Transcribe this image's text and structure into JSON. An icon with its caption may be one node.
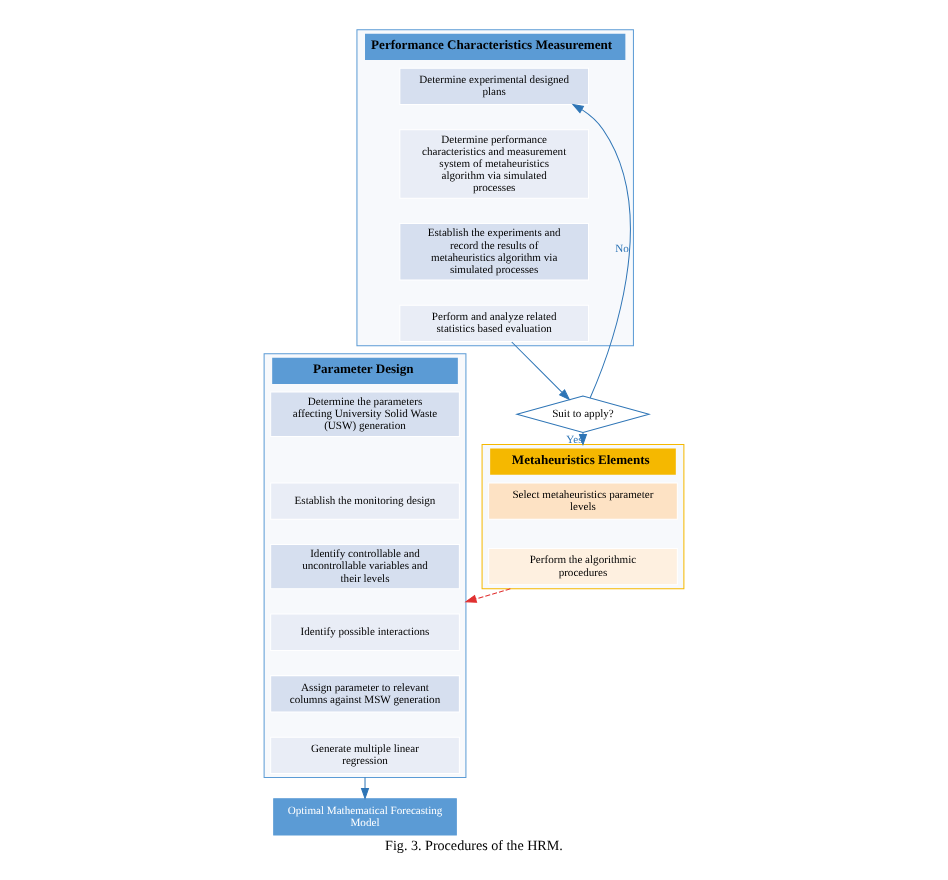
{
  "diagram": {
    "caption": "Fig. 3. Procedures of the HRM.",
    "nodes": [
      {
        "text": [
          "Parameter Design"
        ]
      },
      {
        "text": [
          "Determine the parameters affecting University Solid Waste (USW) generation"
        ],
        "in": 0
      },
      {
        "text": [
          "Establish the monitoring design"
        ],
        "in": 0
      },
      {
        "text": [
          "Identify controllable and uncontrollable variables and their levels"
        ],
        "in": 0
      },
      {
        "text": [
          "Identify possible interactions"
        ],
        "in": 0
      },
      {
        "text": [
          "Assign parameter to relevant columns against MSW generation"
        ],
        "in": 0
      },
      {
        "text": [
          "Generate multiple linear regression"
        ],
        "in": 0
      },
      {
        "text": [
          "Performance Characteristics Measurement"
        ]
      },
      {
        "text": [
          "Determine experimental designed plans"
        ],
        "in": 7
      },
      {
        "text": [
          "Determine performance characteristics and measurement system of metaheuristics algorithm via simulated processes"
        ],
        "in": 7
      },
      {
        "text": [
          "Establish the experiments and record the results of metaheuristics algorithm via simulated processes"
        ],
        "in": 7
      },
      {
        "text": [
          "Perform and analyze related statistics based evaluation"
        ],
        "in": 7
      },
      {
        "text": [
          "Suit to apply?"
        ]
      },
      {
        "text": [
          "Metaheuristics Elements"
        ]
      },
      {
        "text": [
          "Select metaheuristics parameter levels"
        ],
        "in": 13
      },
      {
        "text": [
          "Perform the algorithmic procedures"
        ],
        "in": 13
      },
      {
        "text": [
          "Optimal Mathematical Forecasting Model"
        ]
      }
    ],
    "edges": [
      {
        "from": 12,
        "to": 8,
        "arrow": "to",
        "label": "No"
      },
      {
        "from": 11,
        "to": 12,
        "arrow": "to"
      },
      {
        "from": 12,
        "to": 13,
        "arrow": "to",
        "label": "Yes"
      },
      {
        "from": 13,
        "to": 0,
        "arrow": "to",
        "style": "dashed",
        "color": "#e03030"
      },
      {
        "from": 0,
        "to": 16,
        "arrow": "to"
      }
    ]
  }
}
